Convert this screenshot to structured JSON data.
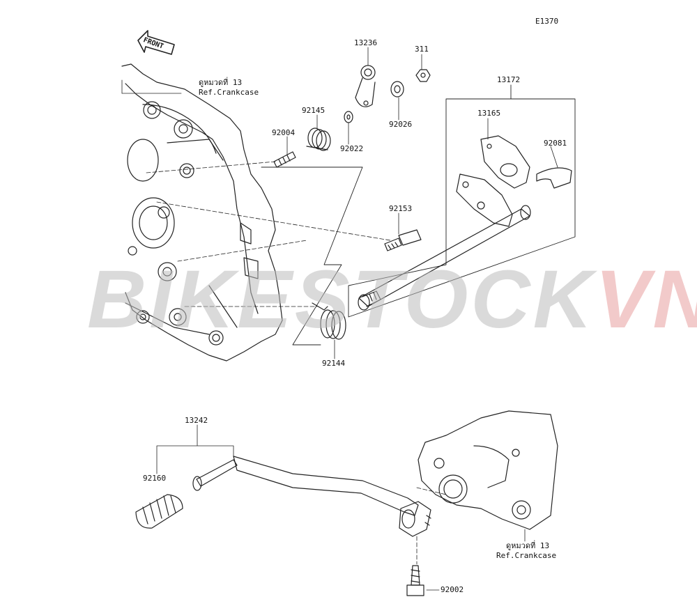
{
  "diagram": {
    "code": "E1370",
    "watermark": {
      "part1": "BIKESTOCK",
      "part2": "VN",
      "color_main": "#bdbdbd",
      "color_accent": "#e8a0a0"
    },
    "front_label": "FRONT",
    "crankcase_ref_top": {
      "line1": "ดูหมวดที่ 13",
      "line2": "Ref.Crankcase"
    },
    "crankcase_ref_bottom": {
      "line1": "ดูหมวดที่ 13",
      "line2": "Ref.Crankcase"
    },
    "parts": {
      "p13236": "13236",
      "p311": "311",
      "p13172": "13172",
      "p92145": "92145",
      "p92004": "92004",
      "p92022": "92022",
      "p92026": "92026",
      "p13165": "13165",
      "p92081": "92081",
      "p92153": "92153",
      "p92144": "92144",
      "p13242": "13242",
      "p92160": "92160",
      "p92002": "92002"
    }
  }
}
